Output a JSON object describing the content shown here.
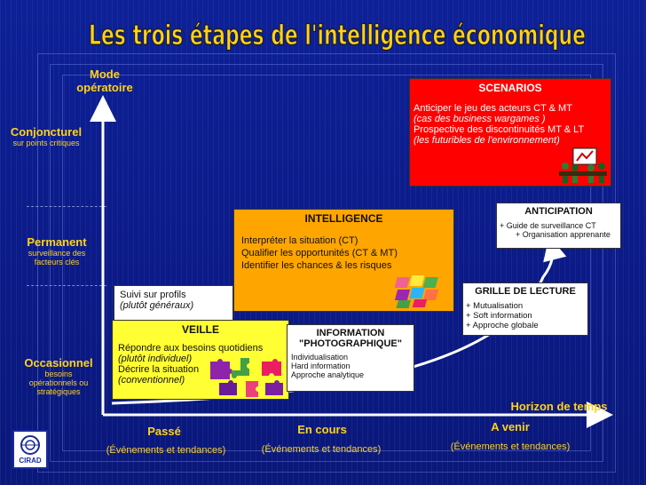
{
  "title": "Les trois étapes de l'intelligence économique",
  "y_axis": {
    "label_line1": "Mode",
    "label_line2": "opératoire",
    "levels": [
      {
        "label": "Conjoncturel",
        "sub": [
          "sur points critiques"
        ]
      },
      {
        "label": "Permanent",
        "sub": [
          "surveillance des",
          "facteurs clés"
        ]
      },
      {
        "label": "Occasionnel",
        "sub": [
          "besoins",
          "opérationnels ou",
          "stratégiques"
        ]
      }
    ]
  },
  "x_axis": {
    "label": "Horizon de temps",
    "periods": [
      {
        "label": "Passé",
        "sub": "(Événements et tendances)"
      },
      {
        "label": "En cours",
        "sub": "(Événements et tendances)"
      },
      {
        "label": "A venir",
        "sub": "(Événements et tendances)"
      }
    ]
  },
  "boxes": {
    "scenarios": {
      "title": "SCENARIOS",
      "lines": [
        "Anticiper le jeu des acteurs CT & MT",
        "(cas des business wargames )",
        "Prospective des discontinuités MT & LT",
        "(les futuribles de l'environnement)"
      ]
    },
    "intelligence": {
      "title": "INTELLIGENCE",
      "lines": [
        "Interpréter la situation (CT)",
        "Qualifier les opportunités (CT & MT)",
        "Identifier les chances & les risques"
      ]
    },
    "anticipation": {
      "title": "ANTICIPATION",
      "lines": [
        "+ Guide de surveillance CT",
        "+ Organisation apprenante"
      ]
    },
    "grille": {
      "title": "GRILLE DE LECTURE",
      "lines": [
        "+ Mutualisation",
        "+ Soft information",
        "+ Approche globale"
      ]
    },
    "suivi": {
      "lines": [
        "Suivi sur profils",
        "(plutôt généraux)"
      ]
    },
    "veille": {
      "title": "VEILLE",
      "lines": [
        "Répondre aux besoins quotidiens",
        "(plutôt individuel)",
        "Décrire la situation",
        "(conventionnel)"
      ]
    },
    "information": {
      "title_line1": "INFORMATION",
      "title_line2": "\"PHOTOGRAPHIQUE\"",
      "lines": [
        "Individualisation",
        "Hard information",
        "Approche analytique"
      ]
    }
  },
  "logo": {
    "text": "CIRAD"
  },
  "colors": {
    "background": "#0b1a86",
    "label": "#ffd21a",
    "scenarios": "#ff0000",
    "intelligence": "#ffa500",
    "veille": "#ffff33",
    "white_box": "#ffffff"
  }
}
